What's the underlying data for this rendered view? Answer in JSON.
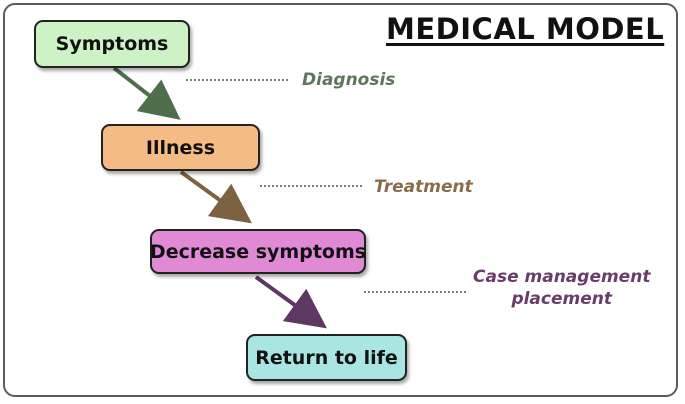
{
  "title": "MEDICAL MODEL",
  "nodes": {
    "symptoms": "Symptoms",
    "illness": "Illness",
    "decrease_symptoms": "Decrease symptoms",
    "return_to_life": "Return to life"
  },
  "annotations": {
    "diagnosis": "Diagnosis",
    "treatment": "Treatment",
    "case_management_line1": "Case management",
    "case_management_line2": "placement"
  },
  "colors": {
    "symptoms_fill": "#cdf2c6",
    "illness_fill": "#f5bb84",
    "decrease_fill": "#e08ad6",
    "return_fill": "#a9e5e2",
    "arrow_1": "#4f6e4c",
    "arrow_2": "#7d6241",
    "arrow_3": "#5e3763"
  }
}
